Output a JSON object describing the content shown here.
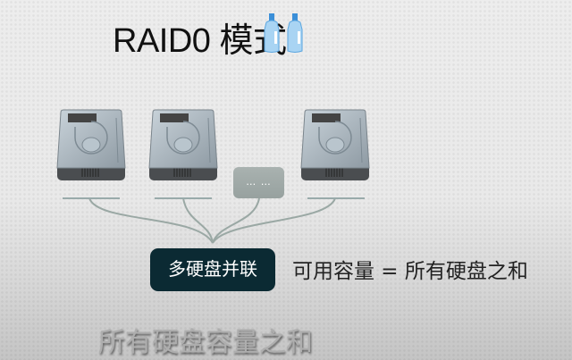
{
  "title": "RAID0 模式",
  "icons": [
    "water-bottle-icon",
    "water-bottle-icon"
  ],
  "more_label": "… …",
  "node_label": "多硬盘并联",
  "formula": "可用容量 = 所有硬盘之和",
  "subtitle": "所有硬盘容量之和",
  "colors": {
    "node": "#0b2a33",
    "connector": "#9aa8a4"
  }
}
